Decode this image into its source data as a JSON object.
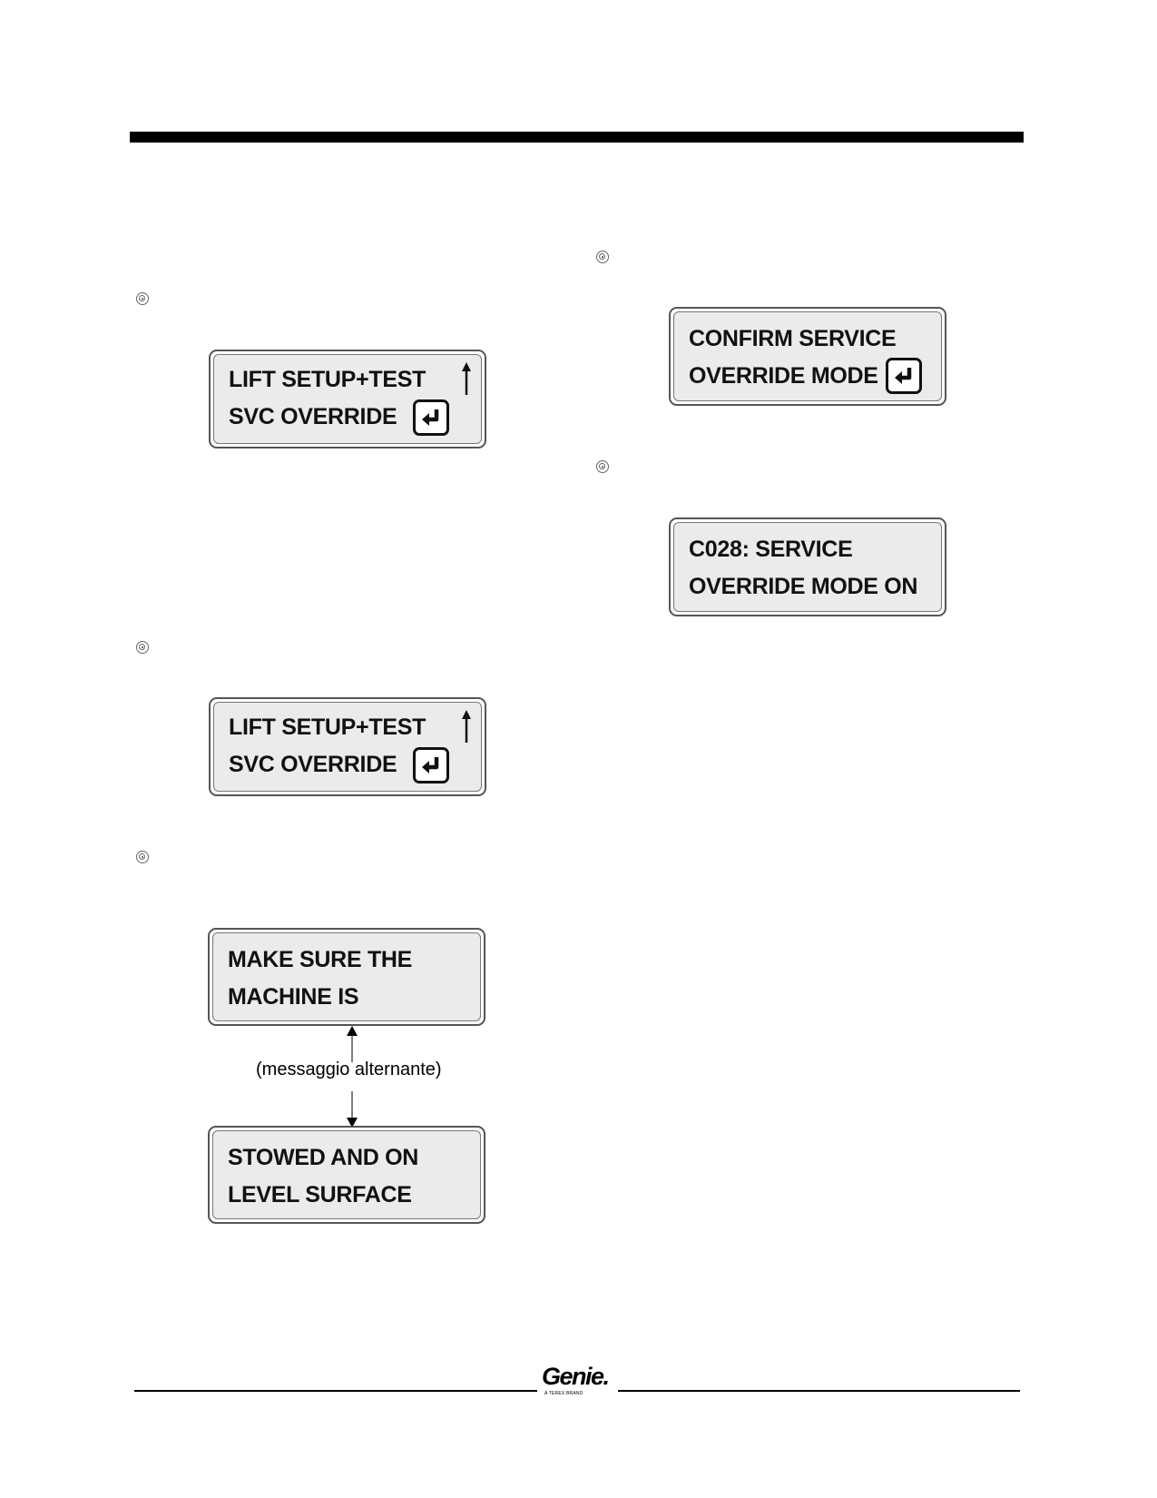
{
  "displays": {
    "menu_1": {
      "line1": "LIFT SETUP+TEST",
      "line2": "SVC OVERRIDE"
    },
    "menu_2": {
      "line1": "LIFT SETUP+TEST",
      "line2": "SVC OVERRIDE"
    },
    "warning_a": {
      "line1": "MAKE SURE THE",
      "line2": "MACHINE IS"
    },
    "warning_b": {
      "line1": "STOWED AND ON",
      "line2": "LEVEL SURFACE"
    },
    "confirm": {
      "line1": "CONFIRM SERVICE",
      "line2": "OVERRIDE MODE"
    },
    "status": {
      "line1": "C028: SERVICE",
      "line2": "OVERRIDE MODE ON"
    }
  },
  "alternating_caption": "(messaggio alternante)",
  "footer": {
    "logo_text": "Genie.",
    "logo_tagline": "A TEREX BRAND"
  },
  "icons": [
    "bullet-icon",
    "enter-key-icon",
    "up-arrow-icon"
  ]
}
